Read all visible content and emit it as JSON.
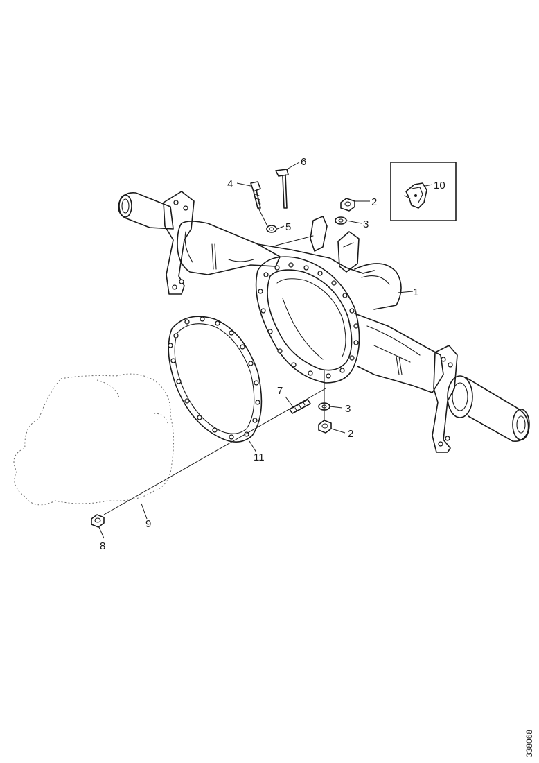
{
  "callouts": {
    "c1": "1",
    "c2_top": "2",
    "c2_bottom": "2",
    "c3_top": "3",
    "c3_bottom": "3",
    "c4": "4",
    "c5": "5",
    "c6": "6",
    "c7": "7",
    "c8": "8",
    "c9": "9",
    "c10": "10",
    "c11": "11"
  },
  "reference_number": "338068"
}
